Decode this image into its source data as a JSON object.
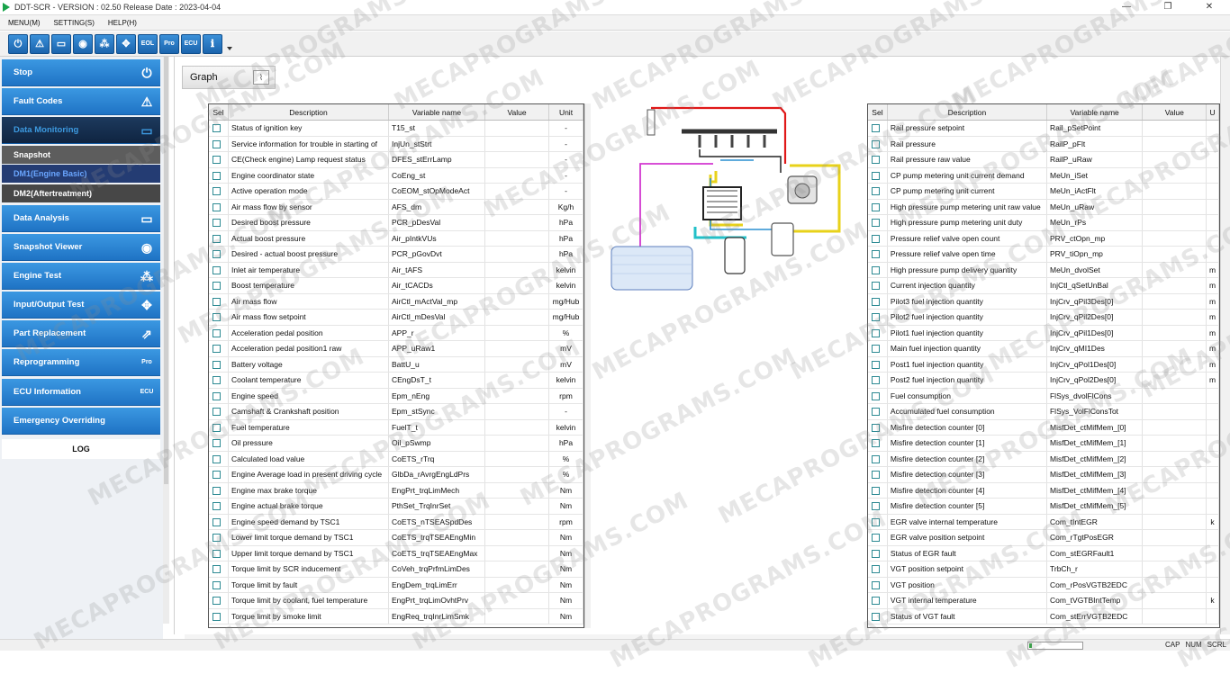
{
  "window": {
    "title": "DDT-SCR - VERSION : 02.50 Release Date : 2023-04-04",
    "controls": [
      "—",
      "❐",
      "✕"
    ]
  },
  "menubar": [
    "MENU(M)",
    "SETTING(S)",
    "HELP(H)"
  ],
  "toolbar": {
    "icons": [
      "power-icon",
      "warning-icon",
      "monitor-icon",
      "camera-icon",
      "molecule-icon",
      "move-icon",
      "ecl-icon",
      "pro-icon",
      "ecu-icon",
      "info-icon"
    ],
    "labels": [
      "⏻",
      "⚠",
      "▭",
      "◉",
      "⁂",
      "✥",
      "EOL",
      "Pro",
      "ECU",
      "ℹ"
    ]
  },
  "sidebar": {
    "items": [
      {
        "label": "Stop",
        "icon": "⏻"
      },
      {
        "label": "Fault Codes",
        "icon": "⚠"
      },
      {
        "label": "Data Monitoring",
        "icon": "▭"
      }
    ],
    "sub_items": [
      "Snapshot",
      "DM1(Engine Basic)",
      "DM2(Aftertreatment)"
    ],
    "items2": [
      {
        "label": "Data Analysis",
        "icon": "▭"
      },
      {
        "label": "Snapshot Viewer",
        "icon": "◉"
      },
      {
        "label": "Engine Test",
        "icon": "⁂"
      },
      {
        "label": "Input/Output Test",
        "icon": "✥"
      },
      {
        "label": "Part Replacement",
        "icon": "⇗"
      },
      {
        "label": "Reprogramming",
        "icon": "Pro"
      },
      {
        "label": "ECU Information",
        "icon": "ECU"
      },
      {
        "label": "Emergency Overriding",
        "icon": ""
      }
    ],
    "log": "LOG"
  },
  "graph_button": "Graph",
  "left_table": {
    "headers": [
      "Sel",
      "Description",
      "Variable name",
      "Value",
      "Unit"
    ],
    "rows": [
      [
        "Status of ignition key",
        "T15_st",
        "-"
      ],
      [
        "Service information for trouble in starting of",
        "InjUn_stStrt",
        "-"
      ],
      [
        "CE(Check engine) Lamp request status",
        "DFES_stErrLamp",
        "-"
      ],
      [
        "Engine coordinator state",
        "CoEng_st",
        "-"
      ],
      [
        "Active operation mode",
        "CoEOM_stOpModeAct",
        "-"
      ],
      [
        "Air mass flow by sensor",
        "AFS_dm",
        "Kg/h"
      ],
      [
        "Desired boost pressure",
        "PCR_pDesVal",
        "hPa"
      ],
      [
        "Actual boost pressure",
        "Air_pIntkVUs",
        "hPa"
      ],
      [
        "Desired - actual boost pressure",
        "PCR_pGovDvt",
        "hPa"
      ],
      [
        "Inlet air temperature",
        "Air_tAFS",
        "kelvin"
      ],
      [
        "Boost temperature",
        "Air_tCACDs",
        "kelvin"
      ],
      [
        "Air mass flow",
        "AirCtl_mActVal_mp",
        "mg/Hub"
      ],
      [
        "Air mass flow setpoint",
        "AirCtl_mDesVal",
        "mg/Hub"
      ],
      [
        "Acceleration pedal position",
        "APP_r",
        "%"
      ],
      [
        "Acceleration pedal position1 raw",
        "APP_uRaw1",
        "mV"
      ],
      [
        "Battery voltage",
        "BattU_u",
        "mV"
      ],
      [
        "Coolant temperature",
        "CEngDsT_t",
        "kelvin"
      ],
      [
        "Engine speed",
        "Epm_nEng",
        "rpm"
      ],
      [
        "Camshaft & Crankshaft position",
        "Epm_stSync",
        "-"
      ],
      [
        "Fuel temperature",
        "FuelT_t",
        "kelvin"
      ],
      [
        "Oil pressure",
        "Oil_pSwmp",
        "hPa"
      ],
      [
        "Calculated load value",
        "CoETS_rTrq",
        "%"
      ],
      [
        "Engine Average load in present driving cycle",
        "GlbDa_rAvrgEngLdPrs",
        "%"
      ],
      [
        "Engine max brake torque",
        "EngPrt_trqLimMech",
        "Nm"
      ],
      [
        "Engine actual brake torque",
        "PthSet_TrqInrSet",
        "Nm"
      ],
      [
        "Engine speed demand by TSC1",
        "CoETS_nTSEASpdDes",
        "rpm"
      ],
      [
        "Lower limit torque demand by TSC1",
        "CoETS_trqTSEAEngMin",
        "Nm"
      ],
      [
        "Upper limit torque demand by TSC1",
        "CoETS_trqTSEAEngMax",
        "Nm"
      ],
      [
        "Torque limit by SCR inducement",
        "CoVeh_trqPrfmLimDes",
        "Nm"
      ],
      [
        "Torque limit by fault",
        "EngDem_trqLimErr",
        "Nm"
      ],
      [
        "Torque limit by coolant, fuel temperature",
        "EngPrt_trqLimOvhtPrv",
        "Nm"
      ],
      [
        "Torque limit by smoke limit",
        "EngReq_trqInrLimSmk",
        "Nm"
      ]
    ]
  },
  "right_table": {
    "headers": [
      "Sel",
      "Description",
      "Variable name",
      "Value",
      "U"
    ],
    "rows": [
      [
        "Rail pressure setpoint",
        "Rail_pSetPoint",
        ""
      ],
      [
        "Rail pressure",
        "RailP_pFlt",
        ""
      ],
      [
        "Rail pressure raw value",
        "RailP_uRaw",
        ""
      ],
      [
        "CP pump metering unit current demand",
        "MeUn_iSet",
        ""
      ],
      [
        "CP pump metering unit current",
        "MeUn_iActFlt",
        ""
      ],
      [
        "High pressure pump metering unit raw value",
        "MeUn_uRaw",
        ""
      ],
      [
        "High pressure pump metering unit duty",
        "MeUn_rPs",
        ""
      ],
      [
        "Pressure relief valve open count",
        "PRV_ctOpn_mp",
        ""
      ],
      [
        "Pressure relief valve open time",
        "PRV_tiOpn_mp",
        ""
      ],
      [
        "High pressure pump delivery quantity",
        "MeUn_dvolSet",
        "m"
      ],
      [
        "Current injection quantity",
        "InjCtl_qSetUnBal",
        "m"
      ],
      [
        "Pilot3 fuel injection quantity",
        "InjCrv_qPil3Des[0]",
        "m"
      ],
      [
        "Pilot2 fuel injection quantity",
        "InjCrv_qPil2Des[0]",
        "m"
      ],
      [
        "Pilot1 fuel injection quantity",
        "InjCrv_qPil1Des[0]",
        "m"
      ],
      [
        "Main fuel injection quantity",
        "InjCrv_qMI1Des",
        "m"
      ],
      [
        "Post1 fuel injection quantity",
        "InjCrv_qPol1Des[0]",
        "m"
      ],
      [
        "Post2 fuel injection quantity",
        "InjCrv_qPol2Des[0]",
        "m"
      ],
      [
        "Fuel consumption",
        "FlSys_dvolFlCons",
        ""
      ],
      [
        "Accumulated fuel consumption",
        "FlSys_VolFlConsTot",
        ""
      ],
      [
        "Misfire detection counter [0]",
        "MisfDet_ctMifMem_[0]",
        ""
      ],
      [
        "Misfire detection counter [1]",
        "MisfDet_ctMifMem_[1]",
        ""
      ],
      [
        "Misfire detection counter [2]",
        "MisfDet_ctMifMem_[2]",
        ""
      ],
      [
        "Misfire detection counter [3]",
        "MisfDet_ctMifMem_[3]",
        ""
      ],
      [
        "Misfire detection counter [4]",
        "MisfDet_ctMifMem_[4]",
        ""
      ],
      [
        "Misfire detection counter [5]",
        "MisfDet_ctMifMem_[5]",
        ""
      ],
      [
        "EGR valve internal temperature",
        "Com_tIntEGR",
        "k"
      ],
      [
        "EGR valve position setpoint",
        "Com_rTgtPosEGR",
        ""
      ],
      [
        "Status of EGR fault",
        "Com_stEGRFault1",
        ""
      ],
      [
        "VGT position setpoint",
        "TrbCh_r",
        ""
      ],
      [
        "VGT position",
        "Com_rPosVGTB2EDC",
        ""
      ],
      [
        "VGT internal temperature",
        "Com_tVGTBIntTemp",
        "k"
      ],
      [
        "Status of VGT fault",
        "Com_stErrVGTB2EDC",
        ""
      ]
    ]
  },
  "statusbar": {
    "progress": 0.05,
    "keys": [
      "CAP",
      "NUM",
      "SCRL"
    ]
  },
  "watermark": "MECAPROGRAMS.COM",
  "colors": {
    "sidebar_blue": "#2a82d2",
    "sidebar_dark": "#0f2441",
    "checkbox": "#2d8a93"
  }
}
